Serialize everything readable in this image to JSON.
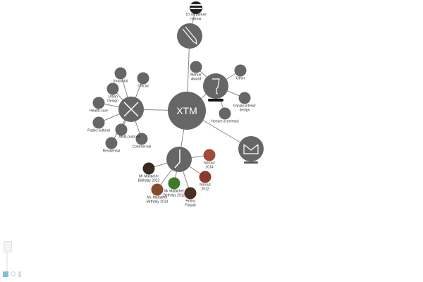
{
  "graph": {
    "center": {
      "label": "XTM"
    },
    "top_node": {
      "child_label_1": "10 sal jayeze",
      "child_label_2": "memar"
    },
    "categories": [
      {
        "l1": "Industrial"
      },
      {
        "l1": "Official"
      },
      {
        "l1": "Urban",
        "l2": "Design"
      },
      {
        "l1": "Health-care"
      },
      {
        "l1": "Public-cultural"
      },
      {
        "l1": "Multi-purpose"
      },
      {
        "l1": "Residential"
      },
      {
        "l1": "Commercial"
      }
    ],
    "awards": [
      {
        "l1": "Memar",
        "l2": "Award"
      },
      {
        "l1": "Other"
      },
      {
        "l1": "Iranian interior",
        "l2": "design"
      },
      {
        "l1": "Honare-e-memari"
      }
    ],
    "events": [
      {
        "l1": "Mr Mafakher",
        "l2": "Birthday 2013",
        "color": "#3a2a22"
      },
      {
        "l1": "Mr. Mafakher",
        "l2": "Birthday 2014",
        "color": "#8a4a2a"
      },
      {
        "l1": "Mr Mafakher",
        "l2": "Birthday 2012",
        "color": "#3f7a2a"
      },
      {
        "l1": "Homa",
        "l2": "Farjadi",
        "color": "#4a3020"
      },
      {
        "l1": "Norouz",
        "l2": "2014",
        "color": "#a04a3a"
      },
      {
        "l1": "Norouz",
        "l2": "2012",
        "color": "#8a3a30"
      }
    ]
  },
  "colors": {
    "node": "#666666",
    "edge": "#888888",
    "accent": "#5aa9d6"
  }
}
